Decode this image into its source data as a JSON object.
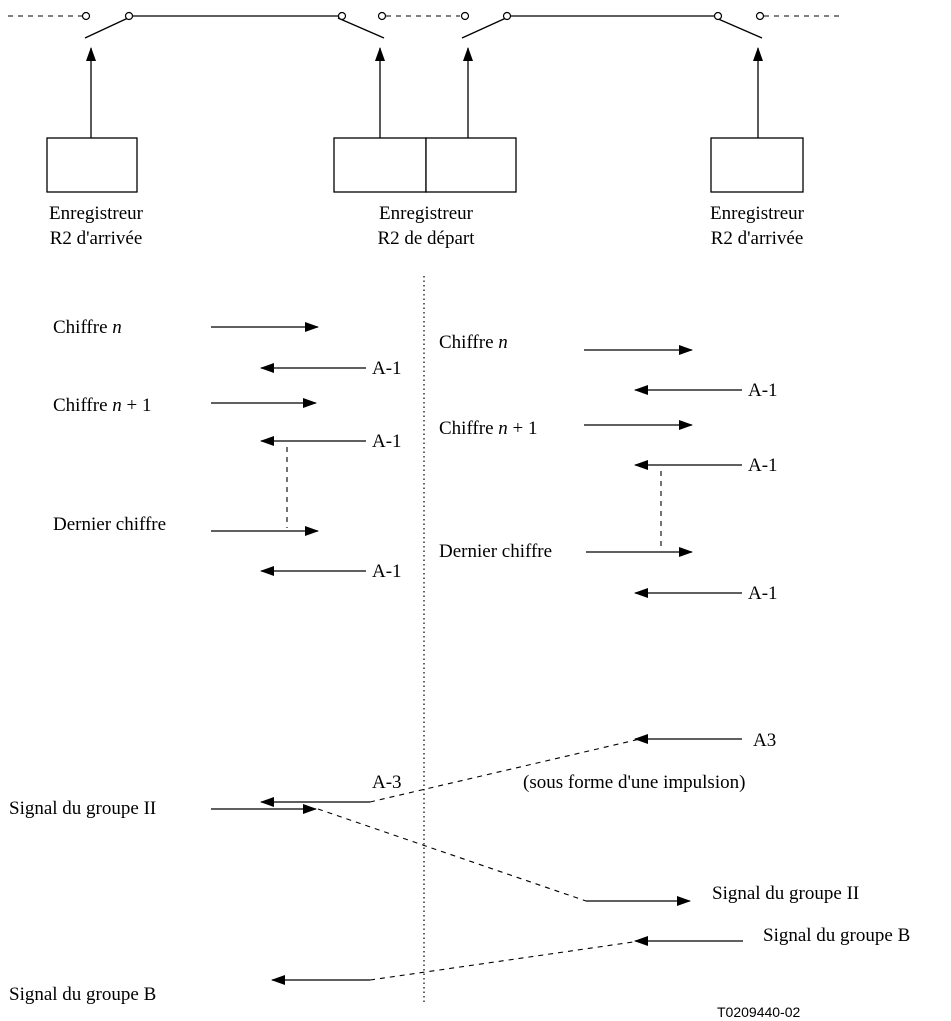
{
  "registers": {
    "left": {
      "line1": "Enregistreur",
      "line2": "R2 d'arrivée"
    },
    "middle": {
      "line1": "Enregistreur",
      "line2": "R2 de départ"
    },
    "right": {
      "line1": "Enregistreur",
      "line2": "R2 d'arrivée"
    }
  },
  "left_sequence": {
    "digit_n": {
      "prefix": "Chiffre ",
      "var": "n",
      "suffix": ""
    },
    "ack_1": "A-1",
    "digit_n1": {
      "prefix": "Chiffre ",
      "var": "n",
      "suffix": " + 1"
    },
    "ack_2": "A-1",
    "last_digit": "Dernier chiffre",
    "ack_3": "A-1",
    "a3": "A-3",
    "group_ii": "Signal du groupe II",
    "group_b": "Signal du groupe B"
  },
  "right_sequence": {
    "digit_n": {
      "prefix": "Chiffre ",
      "var": "n",
      "suffix": ""
    },
    "ack_1": "A-1",
    "digit_n1": {
      "prefix": "Chiffre ",
      "var": "n",
      "suffix": " + 1"
    },
    "ack_2": "A-1",
    "last_digit": "Dernier chiffre",
    "ack_3": "A-1",
    "a3": "A3",
    "a3_note": "(sous forme d'une impulsion)",
    "group_ii": "Signal du groupe II",
    "group_b": "Signal du groupe B"
  },
  "figure_code": "T0209440-02"
}
